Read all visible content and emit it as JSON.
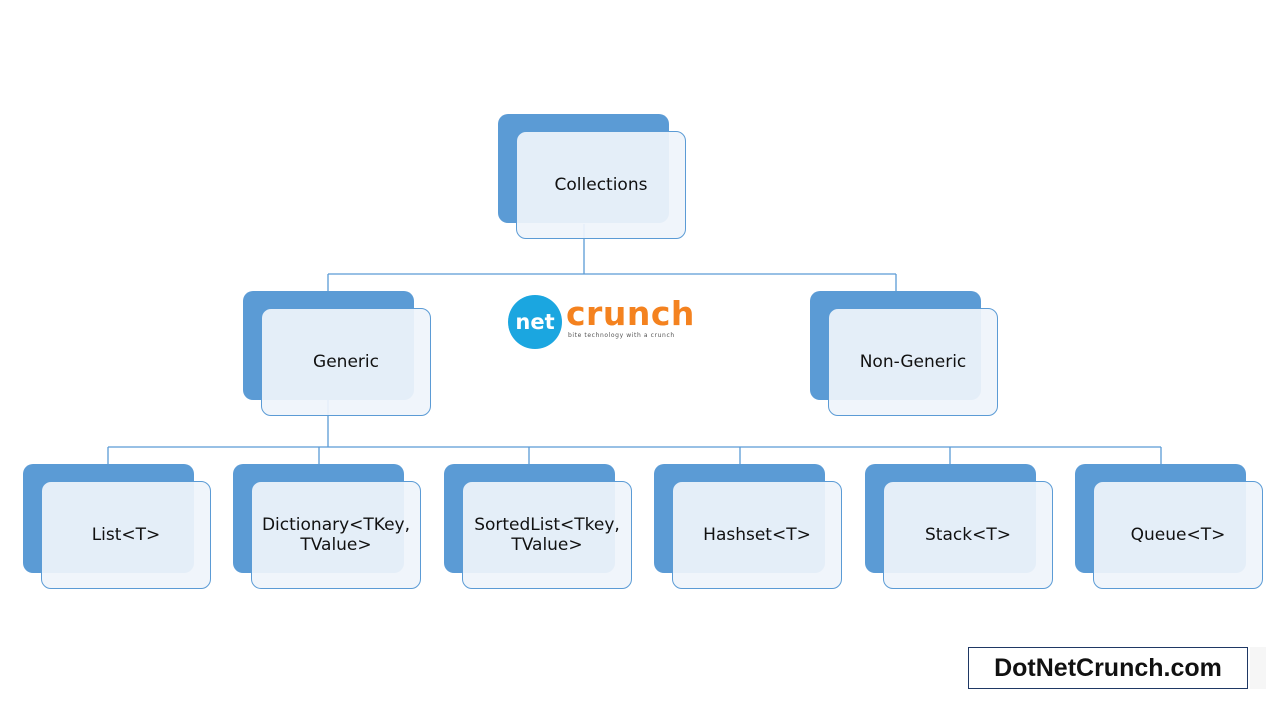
{
  "diagram": {
    "root": {
      "label": "Collections"
    },
    "level1": [
      {
        "label": "Generic"
      },
      {
        "label": "Non-Generic"
      }
    ],
    "generic_children": [
      {
        "label": "List<T>"
      },
      {
        "label": "Dictionary<TKey,\nTValue>"
      },
      {
        "label": "SortedList<Tkey,\nTValue>"
      },
      {
        "label": "Hashset<T>"
      },
      {
        "label": "Stack<T>"
      },
      {
        "label": "Queue<T>"
      }
    ]
  },
  "logo": {
    "circle_text": "net",
    "word": "crunch",
    "tagline": "bite technology with a crunch"
  },
  "watermark": {
    "text": "DotNetCrunch.com"
  },
  "colors": {
    "node_fill": "#5b9bd5",
    "node_front": "#eff4fb",
    "connector": "#5b9bd5",
    "logo_blue": "#1ba6e0",
    "logo_orange": "#f4821f"
  }
}
